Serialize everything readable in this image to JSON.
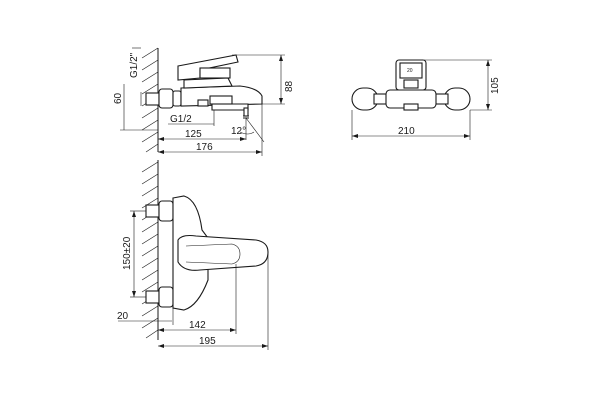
{
  "drawing": {
    "dimensions": {
      "top_view": {
        "thread_vertical": "G1/2\"",
        "height_60": "60",
        "height_88": "88",
        "thread_horizontal": "G1/2",
        "length_125": "125",
        "angle": "12°",
        "length_176": "176"
      },
      "front_view": {
        "height_105": "105",
        "width_210": "210",
        "knob_mark": "20"
      },
      "side_view": {
        "spacing": "150±20",
        "depth_20": "20",
        "length_142": "142",
        "length_195": "195"
      }
    }
  }
}
